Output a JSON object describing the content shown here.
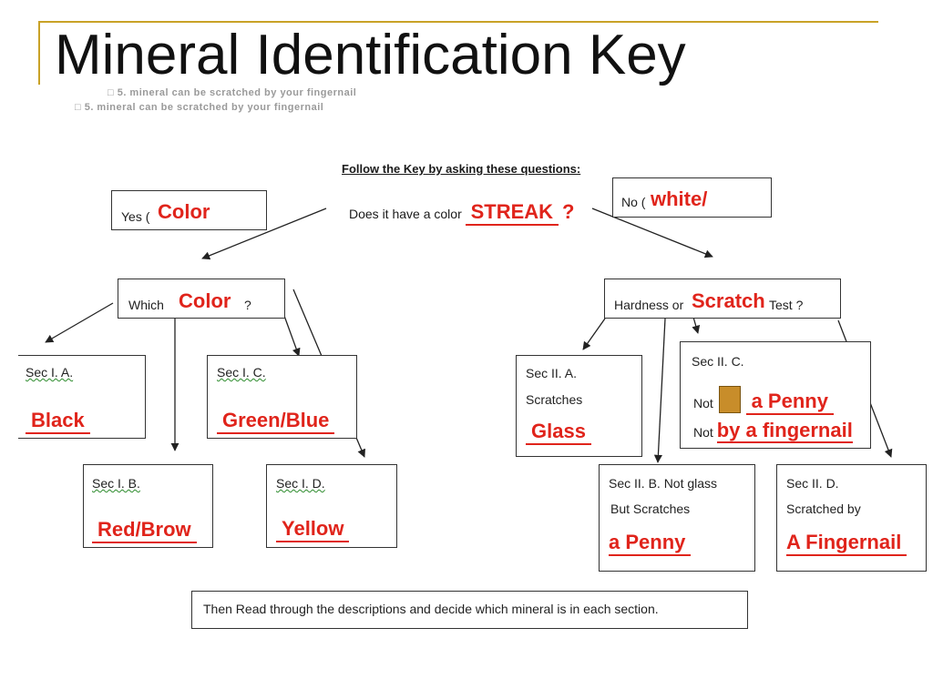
{
  "title": "Mineral Identification Key",
  "ghost_text": {
    "line1": "□  5. mineral can be scratched by your fingernail",
    "line2": "□  5. mineral can be scratched by your fingernail"
  },
  "header": "Follow the Key by asking these questions:",
  "question": {
    "prefix": "Does it have a color",
    "answer": "STREAK",
    "suffix": "?"
  },
  "yes_box": {
    "prefix": "Yes (",
    "answer": "Color"
  },
  "no_box": {
    "prefix": "No (",
    "answer": "white/"
  },
  "which_box": {
    "prefix": "Which",
    "answer": "Color",
    "suffix": "?"
  },
  "hardness_box": {
    "prefix": "Hardness or",
    "answer": "Scratch",
    "suffix": "Test ?"
  },
  "sections": {
    "s1a": {
      "label": "Sec I.  A.",
      "answer": "Black"
    },
    "s1b": {
      "label": "Sec I.  B.",
      "answer": "Red/Brow"
    },
    "s1c": {
      "label": "Sec I.  C.",
      "answer": "Green/Blue"
    },
    "s1d": {
      "label": "Sec I.  D.",
      "answer": "Yellow"
    },
    "s2a": {
      "label": "Sec II.  A.",
      "line2": "Scratches",
      "answer": "Glass"
    },
    "s2b": {
      "label": "Sec II.  B.  Not glass",
      "line2": "But Scratches",
      "answer": "a Penny"
    },
    "s2c": {
      "label": "Sec II.  C.",
      "not1": "Not",
      "answer1": "a Penny",
      "not2": "Not",
      "answer2": "by a fingernail"
    },
    "s2d": {
      "label": "Sec II.  D.",
      "line2": "Scratched by",
      "answer": "A Fingernail"
    }
  },
  "instruction": "Then Read through the descriptions and decide which mineral is in each section.",
  "colors": {
    "accent_red": "#e0241b",
    "frame_gold": "#c9a227",
    "penny_swatch": "#c88d2a"
  }
}
